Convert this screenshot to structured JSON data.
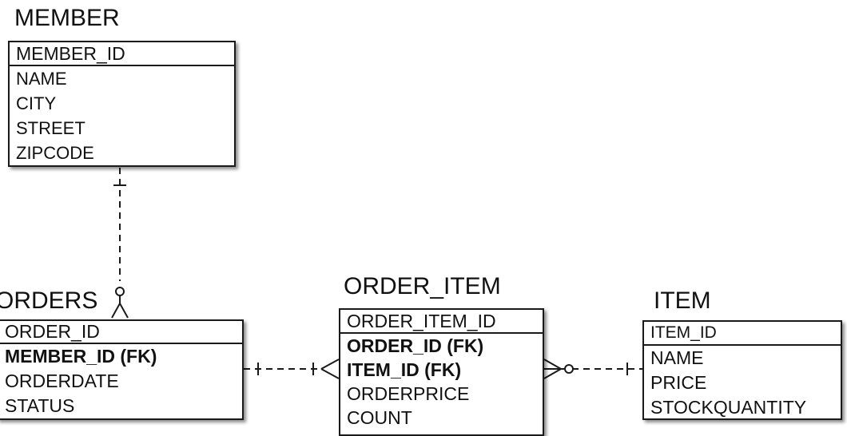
{
  "entities": {
    "member": {
      "title": "MEMBER",
      "pk": "MEMBER_ID",
      "attrs": [
        "NAME",
        "CITY",
        "STREET",
        "ZIPCODE"
      ]
    },
    "orders": {
      "title": "ORDERS",
      "pk": "ORDER_ID",
      "attrs": [
        "MEMBER_ID (FK)",
        "ORDERDATE",
        "STATUS"
      ]
    },
    "order_item": {
      "title": "ORDER_ITEM",
      "pk": "ORDER_ITEM_ID",
      "attrs": [
        "ORDER_ID (FK)",
        "ITEM_ID (FK)",
        "ORDERPRICE",
        "COUNT"
      ]
    },
    "item": {
      "title": "ITEM",
      "pk": "ITEM_ID",
      "attrs": [
        "NAME",
        "PRICE",
        "STOCKQUANTITY"
      ]
    }
  },
  "colors": {
    "line": "#1a1a1a",
    "background": "#ffffff"
  }
}
